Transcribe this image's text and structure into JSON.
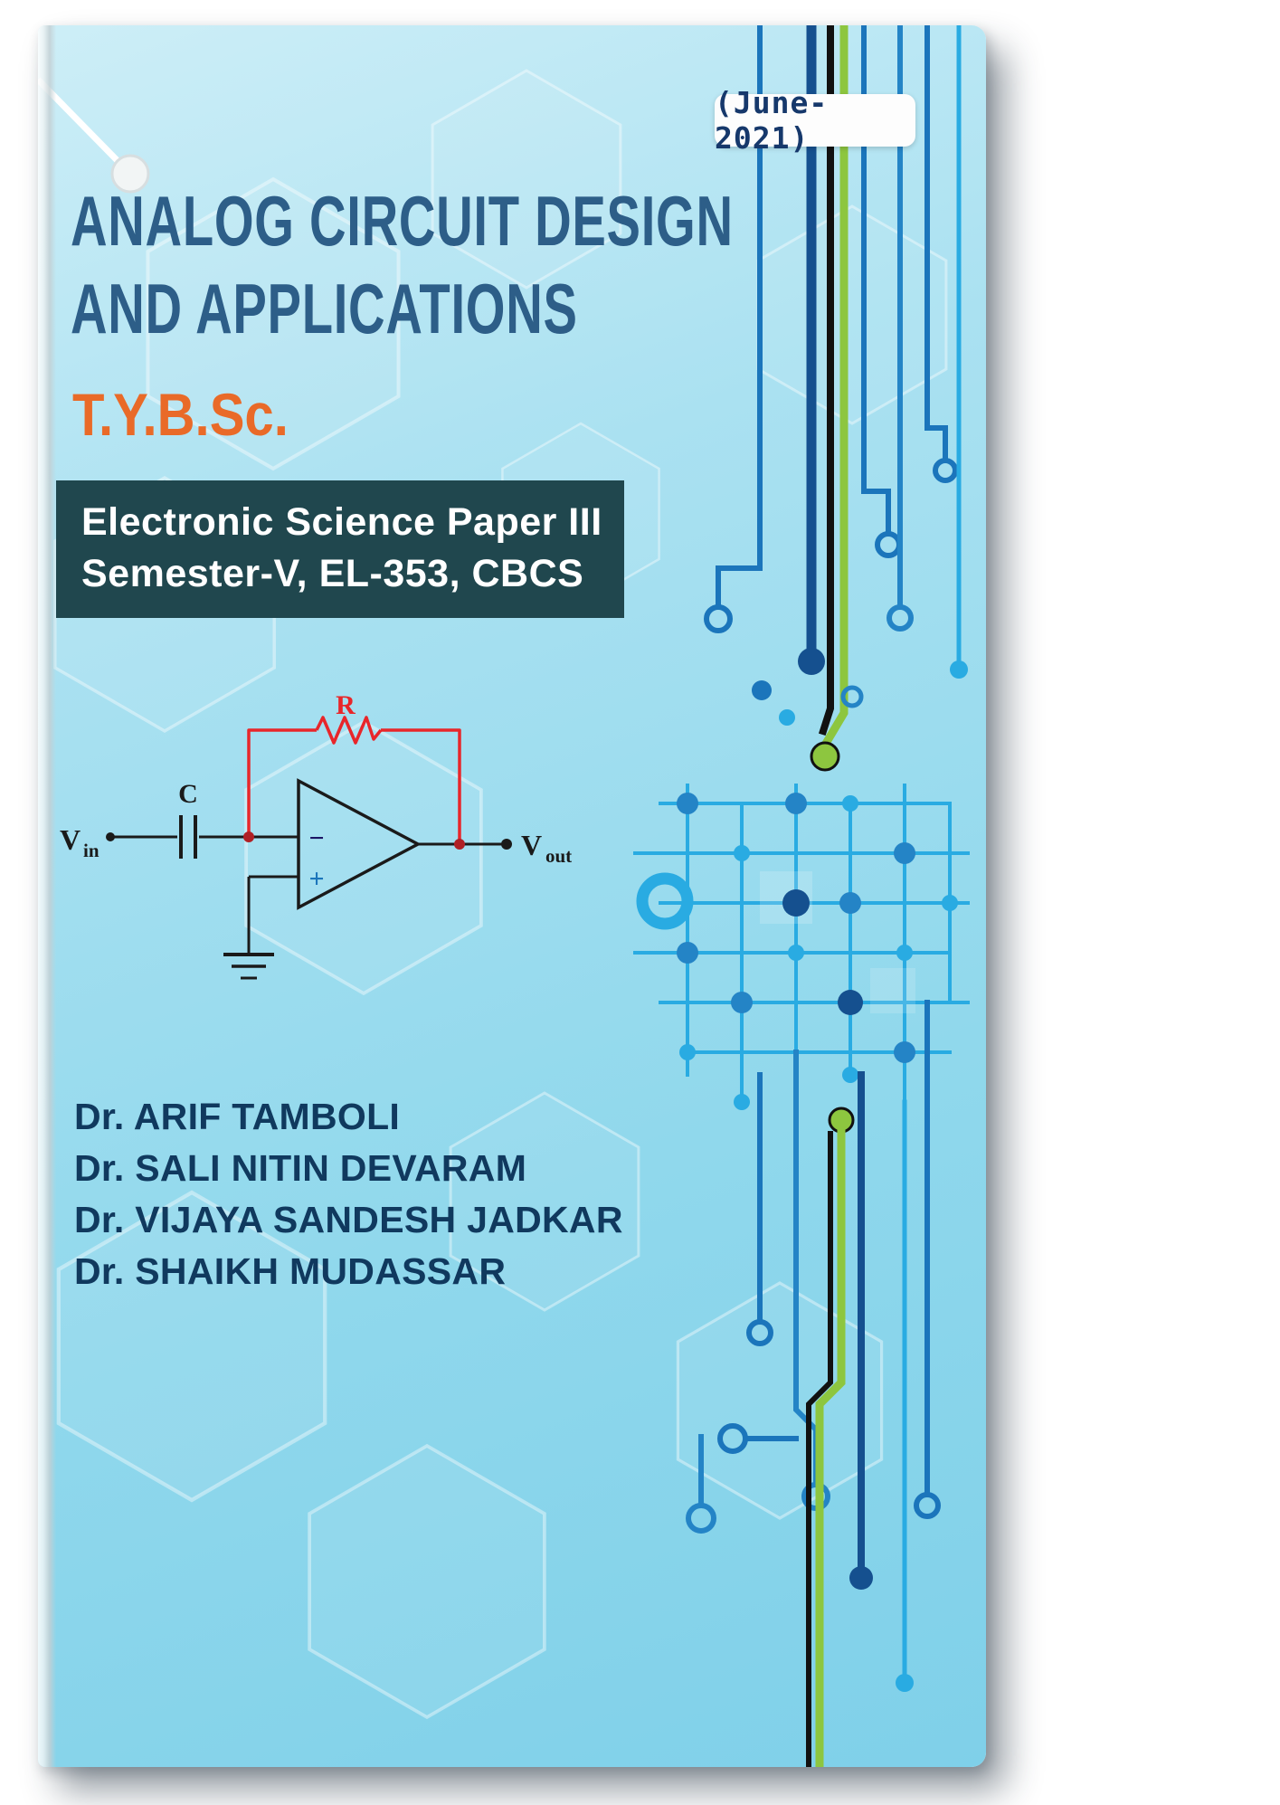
{
  "cover": {
    "badge": "(June-2021)",
    "title_line1": "ANALOG CIRCUIT DESIGN",
    "title_line2": "AND APPLICATIONS",
    "degree": "T.Y.B.Sc.",
    "banner_line1": "Electronic Science Paper III",
    "banner_line2": "Semester-V, EL-353, CBCS",
    "authors": [
      "Dr. ARIF TAMBOLI",
      "Dr. SALI NITIN DEVARAM",
      "Dr. VIJAYA SANDESH JADKAR",
      "Dr. SHAIKH MUDASSAR"
    ],
    "schematic_labels": {
      "resistor": "R",
      "capacitor": "C",
      "v_in_base": "V",
      "v_in_sub": "in",
      "v_out_base": "V",
      "v_out_sub": "out",
      "inverting_input": "−",
      "noninverting_input": "+"
    },
    "colors": {
      "cover_bg": "#9fdcef",
      "title": "#2d5e88",
      "degree": "#e96a28",
      "banner_bg": "#20474e",
      "banner_text": "#ffffff",
      "badge_bg": "#fdfdfd",
      "badge_text": "#16386b",
      "author_text": "#10395e",
      "wire": "#1a1a1a",
      "feedback_red": "#e8262a",
      "trace_blue": "#1b75bb",
      "trace_light_blue": "#29abe2",
      "trace_green": "#8dc63f",
      "trace_dark": "#111111"
    }
  }
}
